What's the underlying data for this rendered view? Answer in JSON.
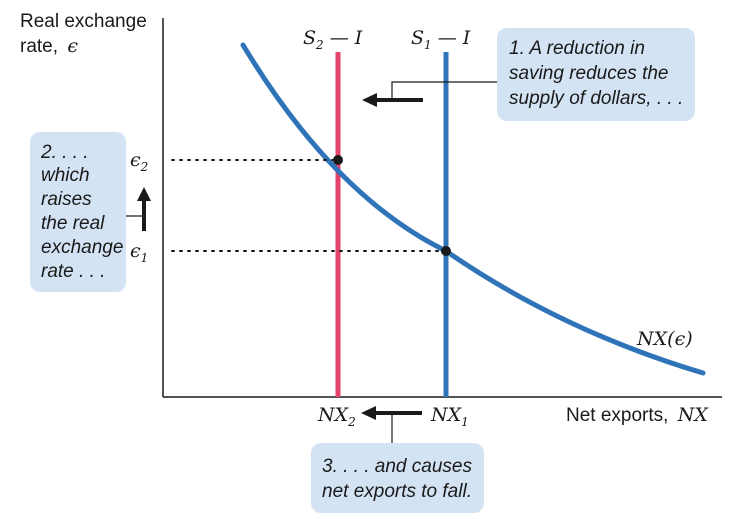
{
  "y_axis_label_line1": "Real exchange",
  "y_axis_label_line2": "rate,",
  "y_axis_symbol": "ϵ",
  "x_axis_label": "Net exports,",
  "x_axis_symbol": "NX",
  "curve_label": "NX(ϵ)",
  "s2_label": {
    "main": "S",
    "sub": "2",
    "rest": " — I"
  },
  "s1_label": {
    "main": "S",
    "sub": "1",
    "rest": " — I"
  },
  "eps2_label": {
    "main": "ϵ",
    "sub": "2"
  },
  "eps1_label": {
    "main": "ϵ",
    "sub": "1"
  },
  "nx2_label": {
    "main": "NX",
    "sub": "2"
  },
  "nx1_label": {
    "main": "NX",
    "sub": "1"
  },
  "note1": [
    "1. A reduction in",
    "saving reduces the",
    "supply of dollars, . . ."
  ],
  "note2": [
    "2. . . .",
    "which",
    "raises",
    "the real",
    "exchange",
    "rate . . ."
  ],
  "note3": [
    "3. . . . and causes",
    "net exports to fall."
  ],
  "colors": {
    "curve": "#2f74b8",
    "s1_line": "#2f74b8",
    "s2_line": "#e4436b",
    "callout_bg": "#d3e3f3",
    "arrow": "#1a1a1a"
  }
}
